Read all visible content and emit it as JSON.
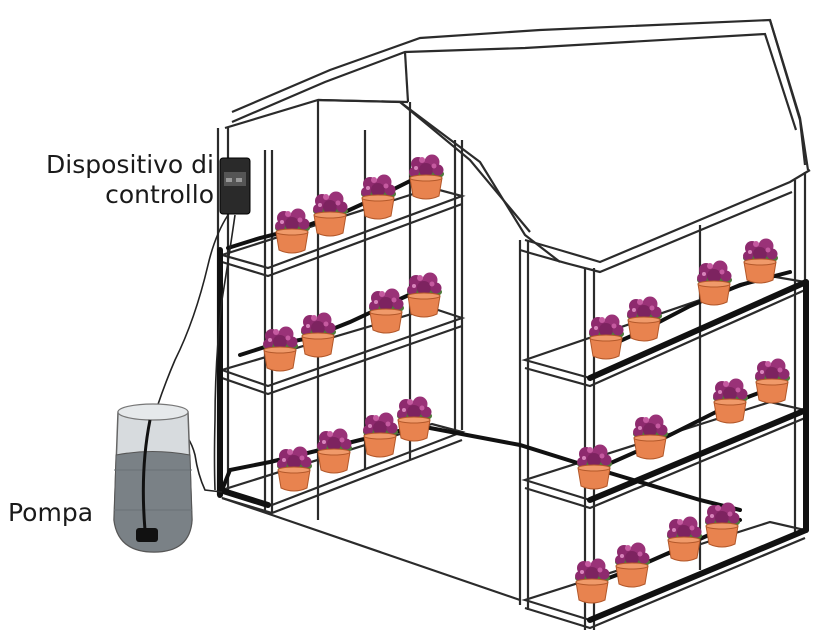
{
  "labels": {
    "control_device_line1": "Dispositivo di",
    "control_device_line2": "controllo",
    "pump": "Pompa"
  },
  "colors": {
    "pot": "#e8834f",
    "pot_shadow": "#c9652f",
    "flower": "#8e2a6e",
    "flower_highlight": "#c55aa0",
    "leaf": "#4f7a3a",
    "frame": "#2b2b2b",
    "hose": "#111111",
    "barrel": "#b9bfc3",
    "water": "#6c7378"
  },
  "icons": {
    "controller": "control-box-icon",
    "pump": "water-barrel-pump-icon",
    "plant": "flower-pot-icon"
  }
}
